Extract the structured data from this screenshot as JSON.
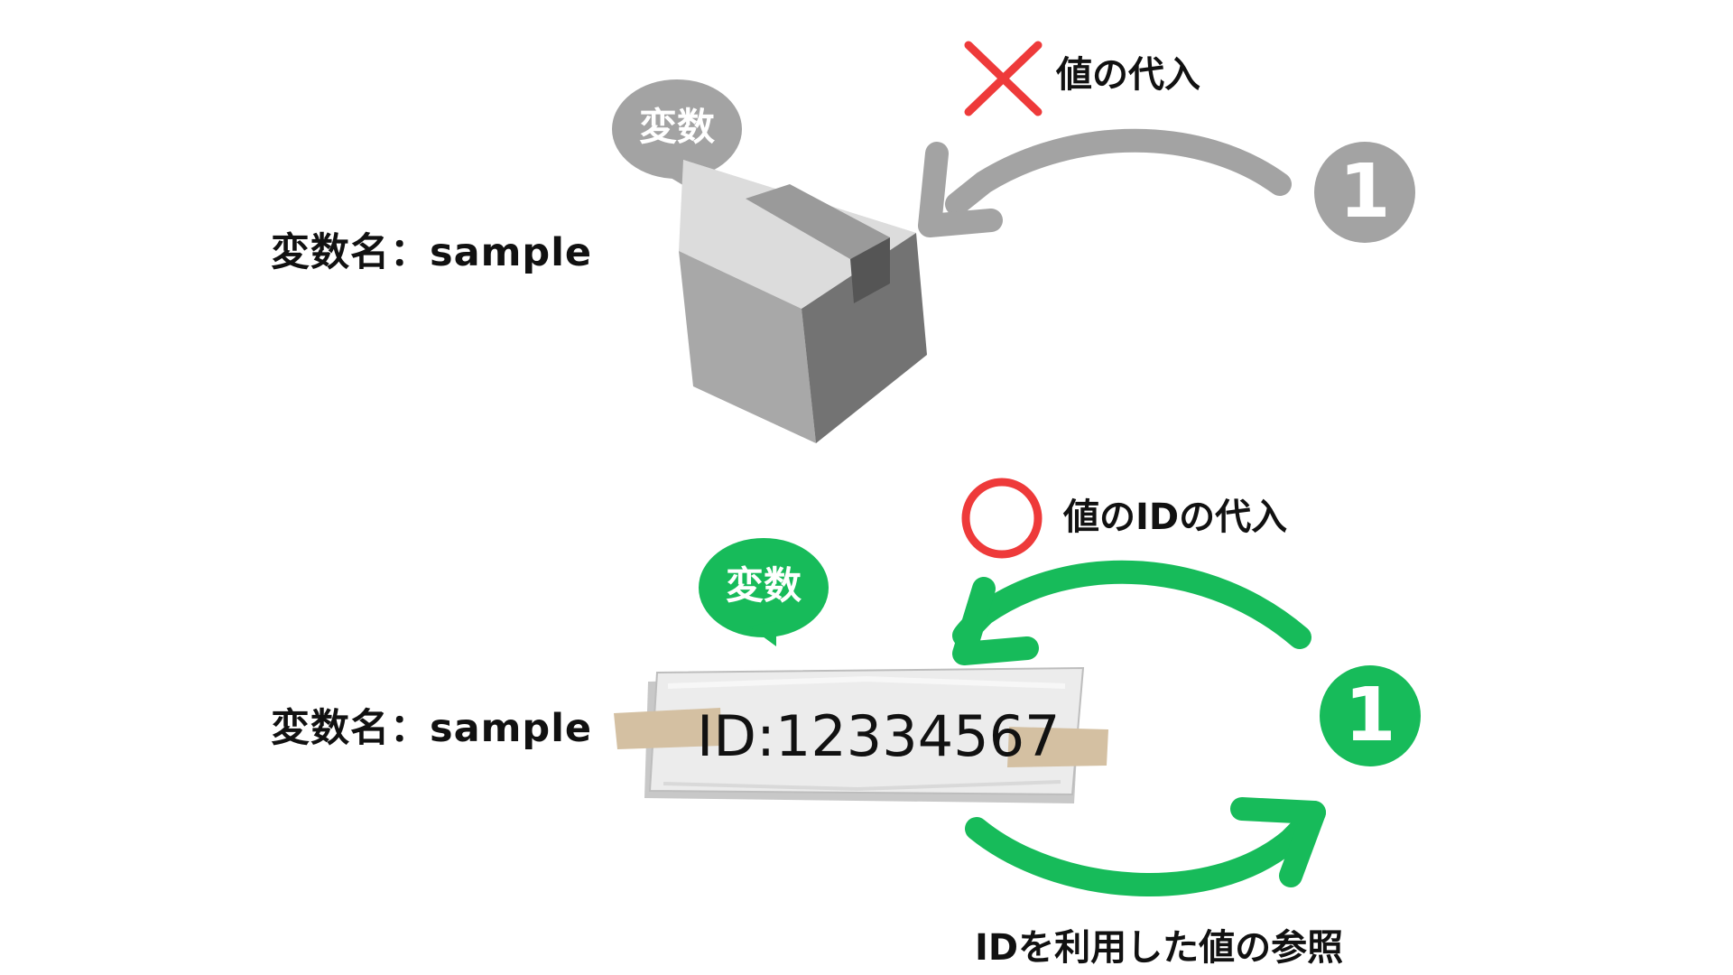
{
  "top": {
    "variable_label": "変数名：sample",
    "bubble_text": "変数",
    "result_label": "値の代入",
    "value_badge": "1",
    "mark": "cross-icon"
  },
  "bottom": {
    "variable_label": "変数名：sample",
    "bubble_text": "変数",
    "result_label": "値のIDの代入",
    "value_badge": "1",
    "id_note": "ID:12334567",
    "reference_label": "IDを利用した値の参照",
    "mark": "circle-icon"
  },
  "colors": {
    "gray_accent": "#a3a3a3",
    "green_accent": "#17bb5a",
    "red_mark": "#ee3a3a",
    "tape": "#d4c0a2",
    "text": "#111111"
  }
}
